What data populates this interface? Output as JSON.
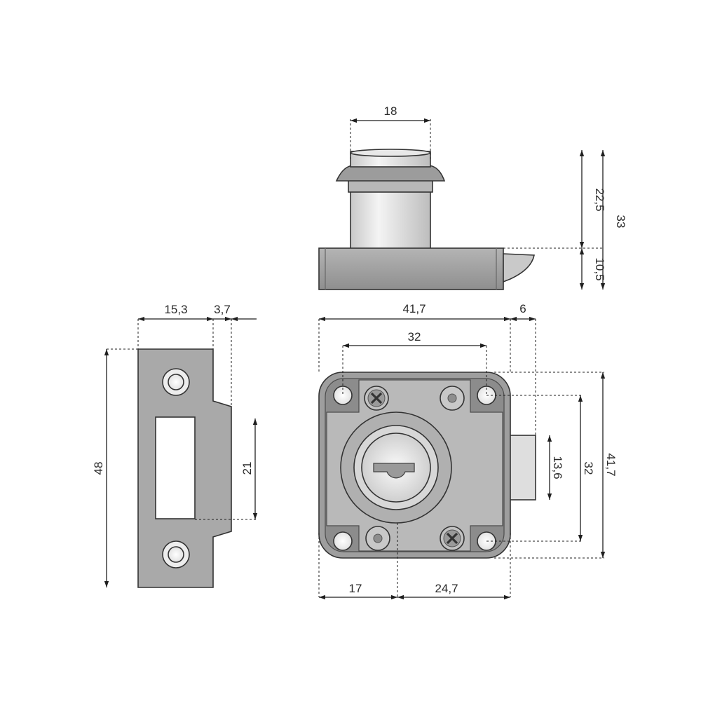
{
  "dimensions": {
    "top_view": {
      "cylinder_width": "18",
      "height_upper": "22,5",
      "height_total": "33",
      "height_lower": "10,5"
    },
    "strike_plate": {
      "plate_width": "15,3",
      "lip_width": "3,7",
      "plate_height": "48",
      "slot_height": "21"
    },
    "front_view": {
      "body_width": "41,7",
      "bolt_throw": "6",
      "screw_spacing_h": "32",
      "bolt_height": "13,6",
      "screw_spacing_v": "32",
      "body_height": "41,7",
      "offset_left": "17",
      "offset_right": "24,7"
    }
  },
  "colors": {
    "metal_dark": "#8a8a8a",
    "metal_mid": "#a8a8a8",
    "metal_light": "#d6d6d6",
    "cylinder_light": "#e6e6e6",
    "line": "#1f1f1f"
  }
}
